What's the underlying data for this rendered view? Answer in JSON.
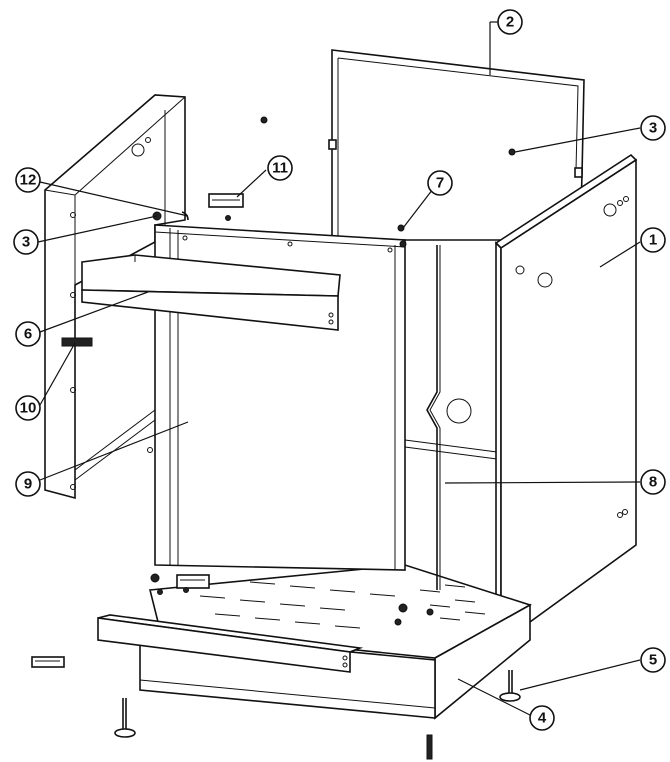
{
  "diagram": {
    "callouts": [
      {
        "id": "1",
        "label": "1"
      },
      {
        "id": "2",
        "label": "2"
      },
      {
        "id": "3a",
        "label": "3"
      },
      {
        "id": "3b",
        "label": "3"
      },
      {
        "id": "4",
        "label": "4"
      },
      {
        "id": "5",
        "label": "5"
      },
      {
        "id": "6",
        "label": "6"
      },
      {
        "id": "7",
        "label": "7"
      },
      {
        "id": "8",
        "label": "8"
      },
      {
        "id": "9",
        "label": "9"
      },
      {
        "id": "10",
        "label": "10"
      },
      {
        "id": "11",
        "label": "11"
      },
      {
        "id": "12",
        "label": "12"
      }
    ]
  }
}
